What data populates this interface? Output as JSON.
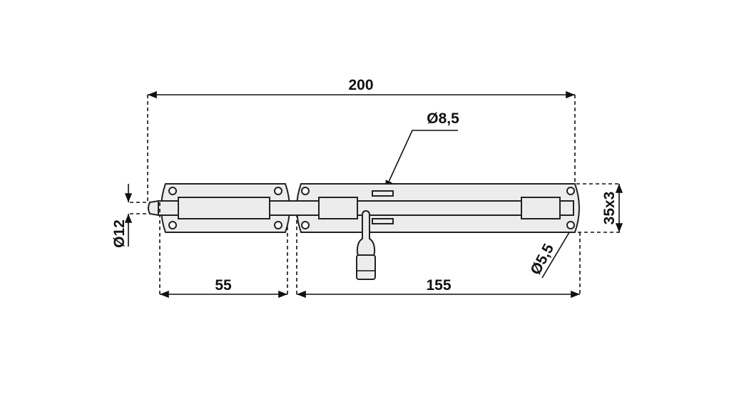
{
  "drawing": {
    "title": "Tower bolt dimensions",
    "dimensions": {
      "overall_length": "200",
      "keeper_length": "55",
      "base_length": "155",
      "bolt_diameter": "Ø12",
      "slot_hole": "Ø8,5",
      "screw_hole": "Ø5,5",
      "plate_section": "35x3"
    },
    "colors": {
      "line": "#111111",
      "part_fill": "#ececec",
      "background": "#ffffff"
    }
  }
}
